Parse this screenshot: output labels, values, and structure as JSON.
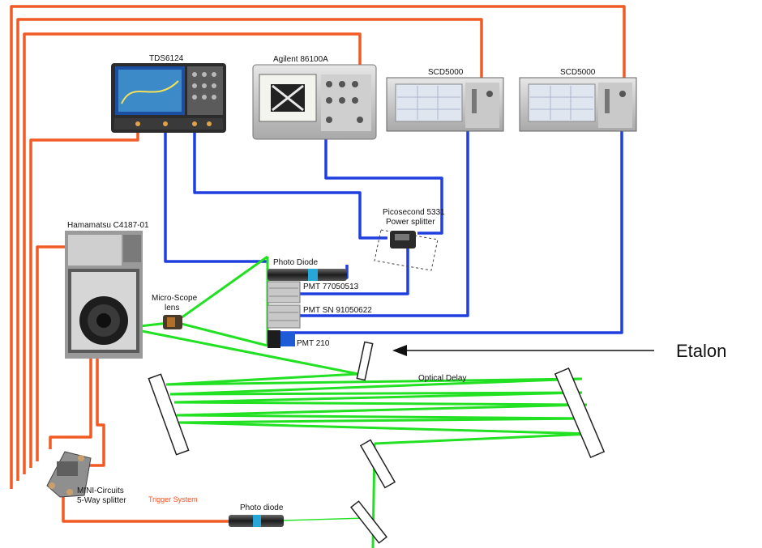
{
  "labels": {
    "tds6124": "TDS6124",
    "agilent": "Agilent 86100A",
    "scd_left": "SCD5000",
    "scd_right": "SCD5000",
    "hamamatsu": "Hamamatsu C4187-01",
    "microscope_line1": "Micro-Scope",
    "microscope_line2": "lens",
    "photo_diode_top": "Photo Diode",
    "pmt_1": "PMT 77050513",
    "pmt_2": "PMT SN 91050622",
    "pmt_3": "PMT 210",
    "picosecond_line1": "Picosecond 5331",
    "picosecond_line2": "Power splitter",
    "etalon": "Etalon",
    "optical_delay": "Optical Delay",
    "minicircuits_line1": "MINI-Circuits",
    "minicircuits_line2": "5-Way splitter",
    "trigger_system": "Trigger System",
    "photo_diode_bottom": "Photo diode"
  },
  "colors": {
    "rf_cable": "#f15a22",
    "signal_cable": "#1f3fe0",
    "laser_beam": "#22e022",
    "trigger_label": "#ff4d1a"
  },
  "icons": {
    "etalon_arrow": "arrow-left-icon"
  }
}
